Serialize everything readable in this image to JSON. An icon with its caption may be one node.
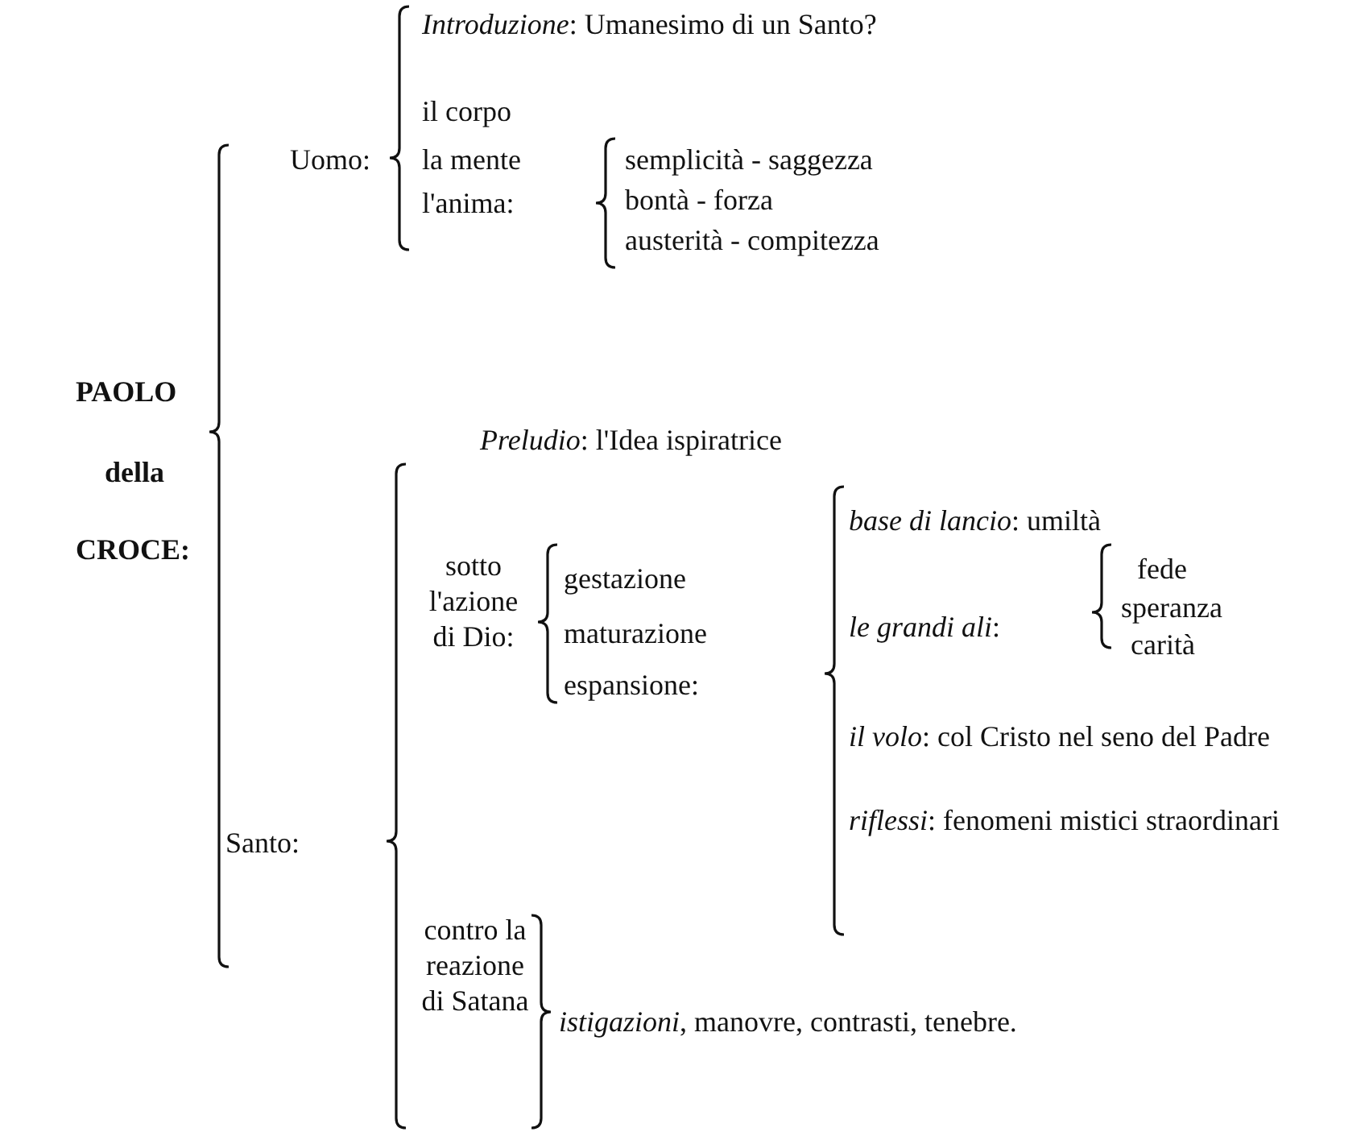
{
  "diagram": {
    "labels": [
      "*Introduzione*: Umanesimo di un Santo?",
      "il corpo",
      "Uomo:",
      "la mente",
      "semplicità - saggezza",
      "l'anima:",
      "bontà - forza",
      "austerità - compitezza",
      "PAOLO",
      "*Preludio*: l'Idea ispiratrice",
      "della",
      "*base di lancio*: umiltà",
      "CROCE:",
      "sotto l'azione di Dio:",
      "gestazione",
      "fede",
      "speranza",
      "maturazione",
      "*le grandi ali*:",
      "carità",
      "espansione:",
      "*il volo*: col Cristo nel seno del Padre",
      "*riflessi*: fenomeni mistici straordinari",
      "Santo:",
      "contro la reazione di Satana",
      "*istigazioni*, manovre, contrasti, tenebre."
    ]
  }
}
